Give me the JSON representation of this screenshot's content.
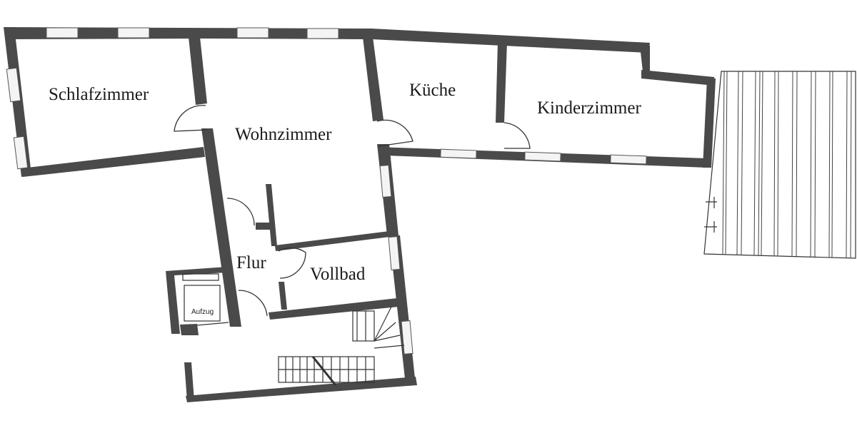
{
  "floorplan": {
    "rooms": [
      {
        "id": "schlafzimmer",
        "label": "Schlafzimmer"
      },
      {
        "id": "wohnzimmer",
        "label": "Wohnzimmer"
      },
      {
        "id": "kueche",
        "label": "Küche"
      },
      {
        "id": "kinderzimmer",
        "label": "Kinderzimmer"
      },
      {
        "id": "flur",
        "label": "Flur"
      },
      {
        "id": "vollbad",
        "label": "Vollbad"
      }
    ],
    "elevator": {
      "label": "Aufzug"
    },
    "colors": {
      "wall": "#4a4a4a",
      "line": "#333333",
      "background": "#ffffff",
      "window": "#f4f4f4"
    }
  }
}
